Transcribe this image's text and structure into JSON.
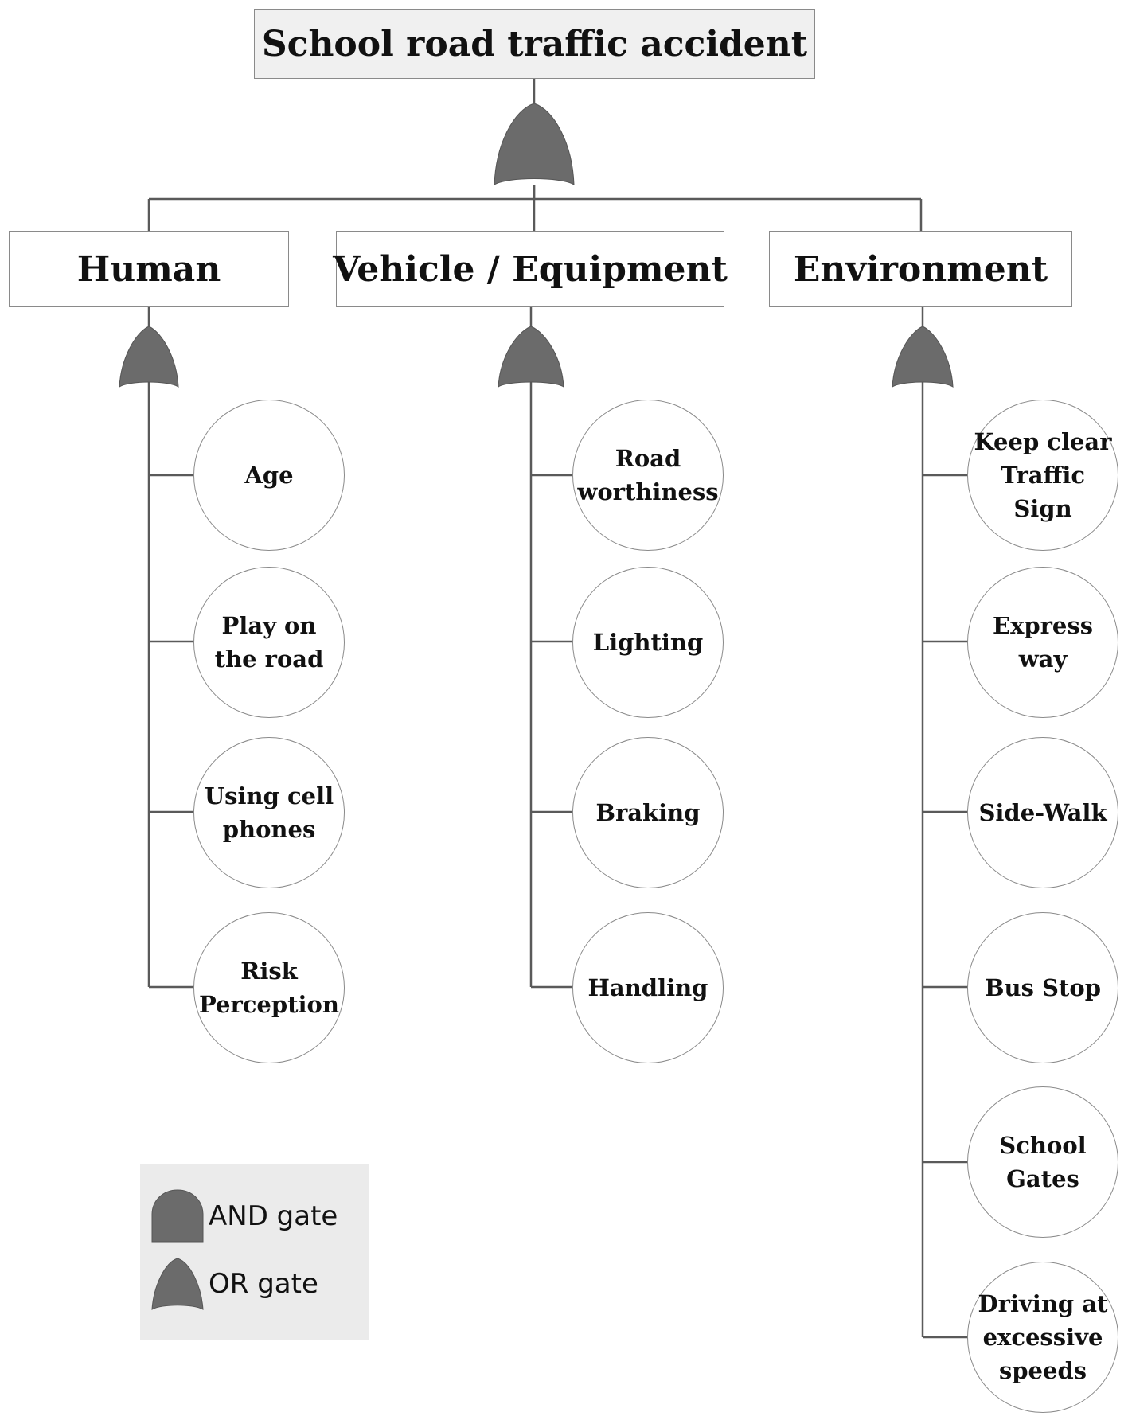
{
  "top_event": "School road traffic accident",
  "categories": [
    {
      "label": "Human",
      "items": [
        "Age",
        "Play on the road",
        "Using cell phones",
        "Risk Perception"
      ]
    },
    {
      "label": "Vehicle / Equipment",
      "items": [
        "Road worthiness",
        "Lighting",
        "Braking",
        "Handling"
      ]
    },
    {
      "label": "Environment",
      "items": [
        "Keep clear Traffic Sign",
        "Express way",
        "Side-Walk",
        "Bus Stop",
        "School Gates",
        "Driving at excessive speeds"
      ]
    }
  ],
  "legend": {
    "and_label": "AND gate",
    "or_label": "OR gate"
  },
  "colors": {
    "gate": "#6b6b6b",
    "line": "#5a5a5a",
    "border": "#8a8a8a",
    "top_fill": "#f0f0f0",
    "legend_fill": "#ebebeb"
  }
}
